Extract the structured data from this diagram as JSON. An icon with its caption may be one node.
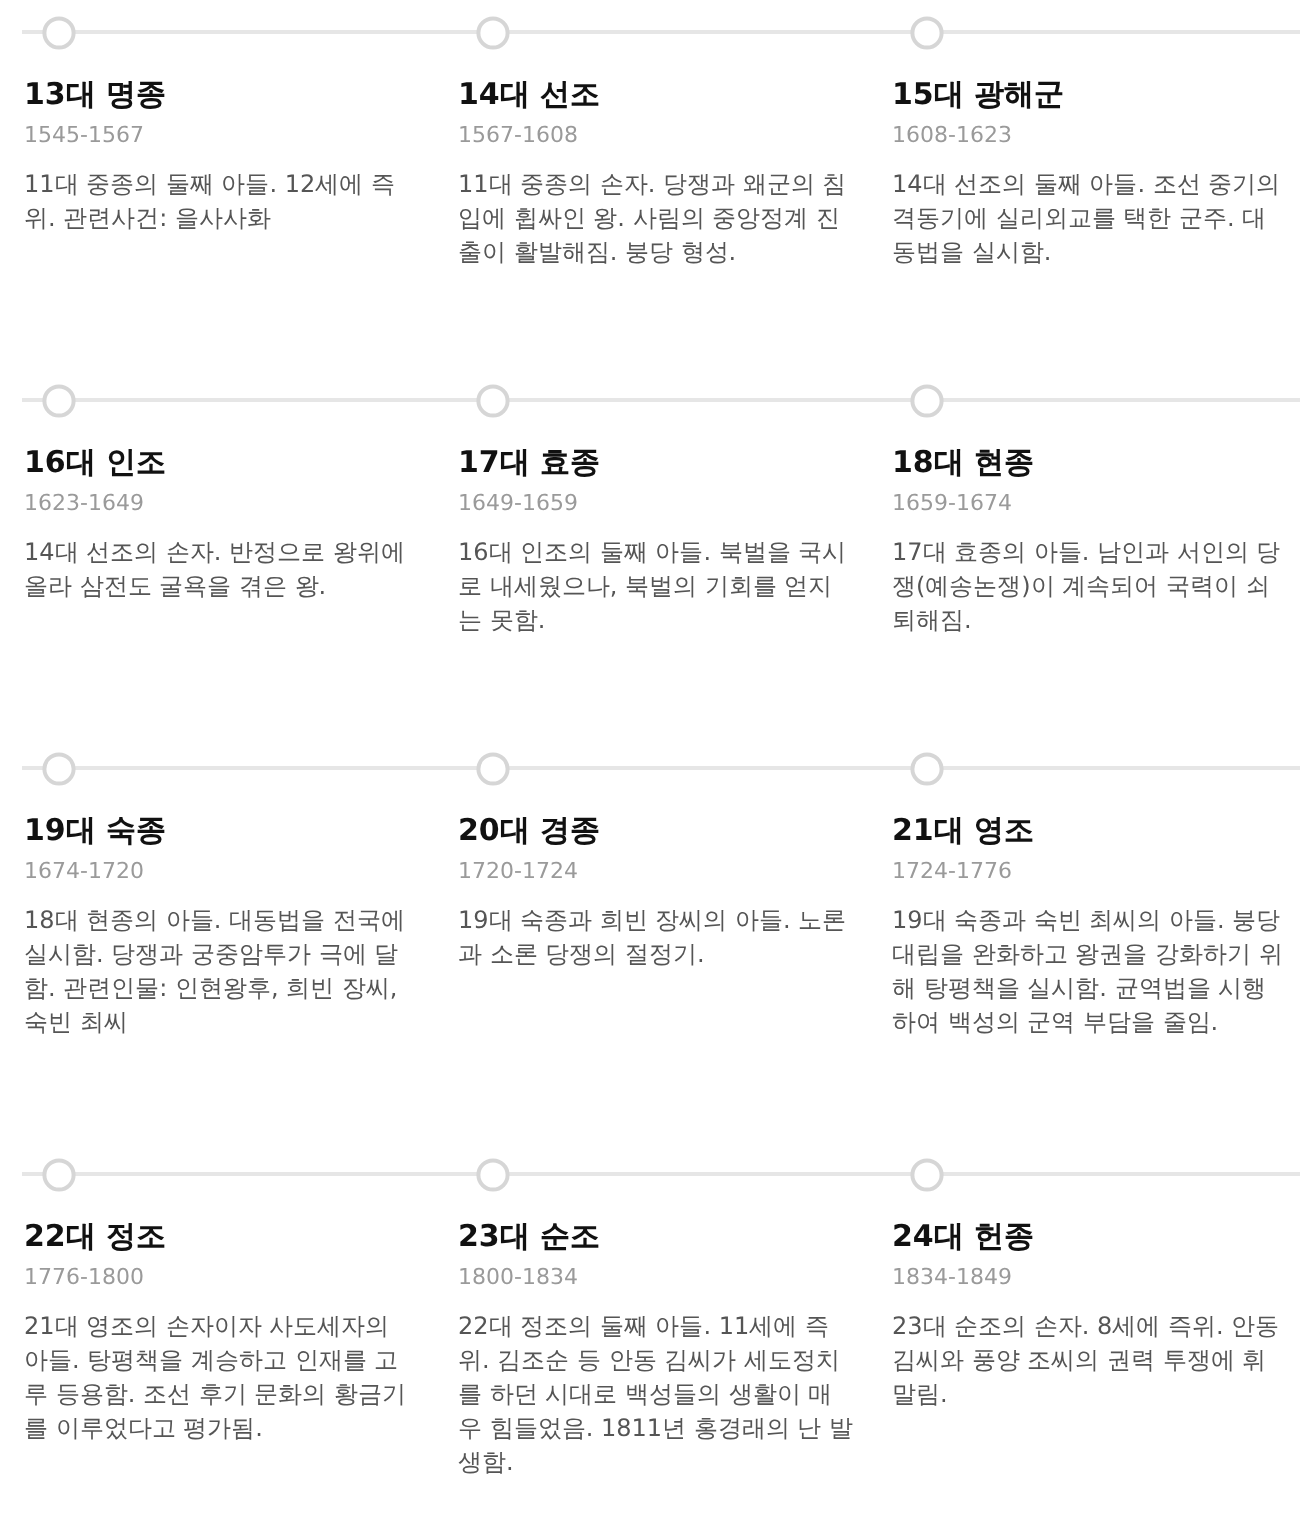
{
  "diagram": {
    "labels": [
      "13대 명종",
      "1545-1567",
      "11대 중종의 둘째 아들. 12세에 즉위. 관련사건: 을사사화",
      "14대 선조",
      "1567-1608",
      "11대 중종의 손자. 당쟁과 왜군의 침입에 휩싸인 왕. 사림의 중앙정계 진출이 활발해짐. 붕당 형성.",
      "15대 광해군",
      "1608-1623",
      "14대 선조의 둘째 아들. 조선 중기의 격동기에 실리외교를 택한 군주. 대동법을 실시함.",
      "16대 인조",
      "1623-1649",
      "14대 선조의 손자. 반정으로 왕위에 올라 삼전도 굴욕을 겪은 왕.",
      "17대 효종",
      "1649-1659",
      "16대 인조의 둘째 아들. 북벌을 국시로 내세웠으나, 북벌의 기회를 얻지는 못함.",
      "18대 현종",
      "1659-1674",
      "17대 효종의 아들. 남인과 서인의 당쟁(예송논쟁)이 계속되어 국력이 쇠퇴해짐.",
      "19대 숙종",
      "1674-1720",
      "18대 현종의 아들. 대동법을 전국에 실시함. 당쟁과 궁중암투가 극에 달함. 관련인물: 인현왕후, 희빈 장씨, 숙빈 최씨",
      "20대 경종",
      "1720-1724",
      "19대 숙종과 희빈 장씨의 아들. 노론과 소론 당쟁의 절정기.",
      "21대 영조",
      "1724-1776",
      "19대 숙종과 숙빈 최씨의 아들. 붕당대립을 완화하고 왕권을 강화하기 위해 탕평책을 실시함. 균역법을 시행하여 백성의 군역 부담을 줄임.",
      "22대 정조",
      "1776-1800",
      "21대 영조의 손자이자 사도세자의 아들. 탕평책을 계승하고 인재를 고루 등용함. 조선 후기 문화의 황금기를 이루었다고 평가됨.",
      "23대 순조",
      "1800-1834",
      "22대 정조의 둘째 아들. 11세에 즉위. 김조순 등 안동 김씨가 세도정치를 하던 시대로 백성들의 생활이 매우 힘들었음. 1811년 홍경래의 난 발생함.",
      "24대 헌종",
      "1834-1849",
      "23대 순조의 손자. 8세에 즉위. 안동 김씨와 풍양 조씨의 권력 투쟁에 휘말림."
    ]
  }
}
